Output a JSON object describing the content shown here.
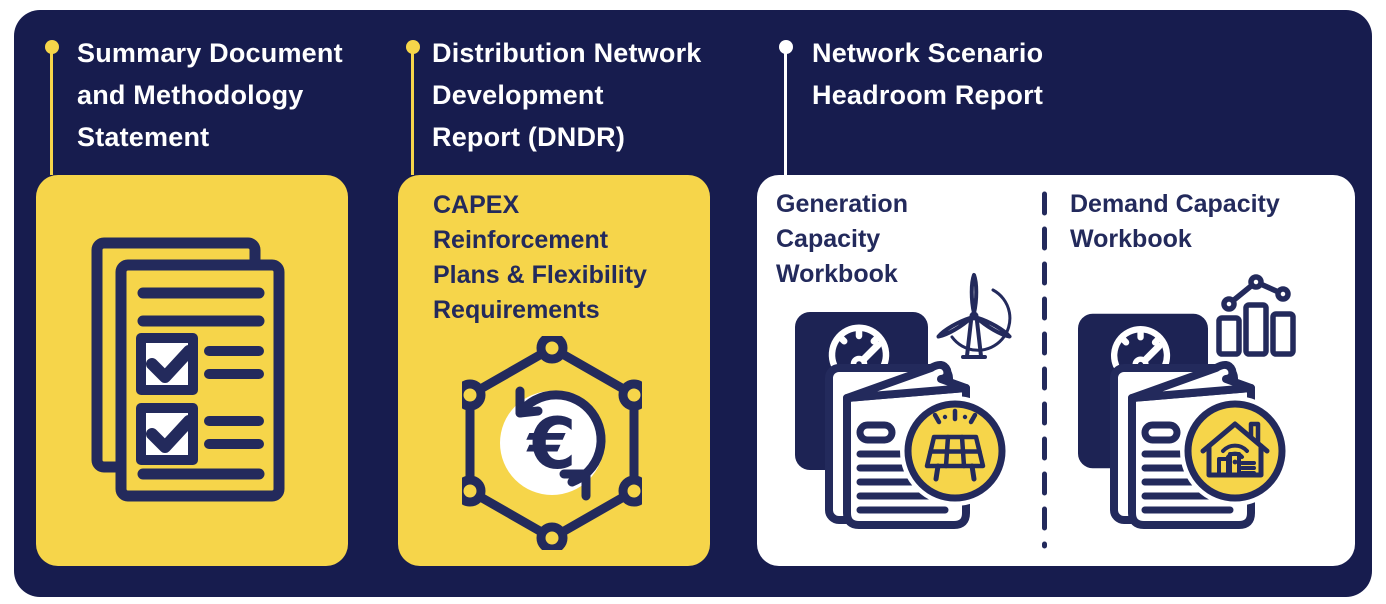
{
  "colors": {
    "panel_navy": "#171c4e",
    "icon_stroke_navy": "#232a5c",
    "gauge_square_navy": "#1d2354",
    "accent_yellow": "#f6d54a",
    "card_white": "#ffffff",
    "title_white": "#ffffff"
  },
  "sections": [
    {
      "title_lines": [
        "Summary Document",
        "and Methodology",
        "Statement"
      ],
      "card": {
        "type": "yellow",
        "icon": "checklist-document-icon"
      }
    },
    {
      "title_lines": [
        "Distribution Network",
        "Development",
        "Report (DNDR)"
      ],
      "card": {
        "type": "yellow",
        "label_lines": [
          "CAPEX",
          "Reinforcement",
          "Plans & Flexibility",
          "Requirements"
        ],
        "icon": "euro-cycle-hexagon-icon"
      }
    },
    {
      "title_lines": [
        "Network Scenario",
        "Headroom Report"
      ],
      "card": {
        "type": "white",
        "columns": [
          {
            "label_lines": [
              "Generation",
              "Capacity",
              "Workbook"
            ],
            "icons": [
              "gauge-meter-icon",
              "wind-turbine-icon",
              "workbook-pages-icon",
              "solar-panel-badge-icon"
            ]
          },
          {
            "label_lines": [
              "Demand Capacity",
              "Workbook"
            ],
            "icons": [
              "gauge-meter-icon",
              "bar-chart-trend-icon",
              "workbook-pages-icon",
              "smart-home-badge-icon"
            ]
          }
        ],
        "divider": "dashed-vertical-divider"
      }
    }
  ],
  "euro_symbol": "€"
}
